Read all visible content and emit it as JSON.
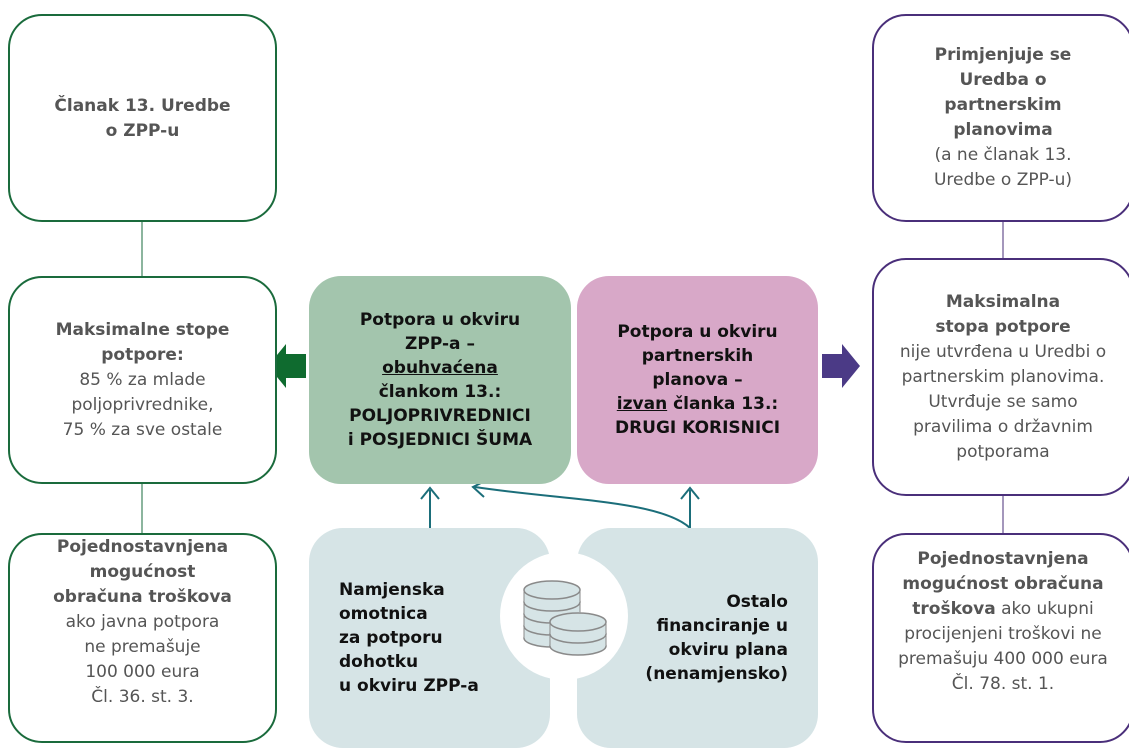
{
  "left": {
    "top_box": {
      "l1": "Članak 13. Uredbe",
      "l2": "o ZPP-u"
    },
    "mid_box": {
      "title1": "Maksimalne stope",
      "title2": "potpore:",
      "l1": "85 % za mlade",
      "l2": "poljoprivrednike,",
      "l3": "75 % za sve ostale"
    },
    "bot_box": {
      "title1": "Pojednostavnjena",
      "title2": "mogućnost",
      "title3": "obračuna troškova",
      "l1": "ako javna potpora",
      "l2": "ne premašuje",
      "l3": "100 000 eura",
      "l4": "Čl. 36. st. 3."
    }
  },
  "center": {
    "green_box": {
      "l1": "Potpora u okviru",
      "l2": "ZPP-a –",
      "l3": "obuhvaćena",
      "l4": "člankom 13.:",
      "l5": "POLJOPRIVREDNICI",
      "l6": "i POSJEDNICI ŠUMA"
    },
    "pink_box": {
      "l1": "Potpora u okviru",
      "l2": "partnerskih",
      "l3": "planova –",
      "l4a": "izvan",
      "l4b": " članka 13.:",
      "l5": "DRUGI KORISNICI"
    },
    "bottom_left": {
      "l1": "Namjenska",
      "l2": "omotnica",
      "l3": "za potporu",
      "l4": "dohotku",
      "l5": "u okviru ZPP-a"
    },
    "bottom_right": {
      "l1": "Ostalo",
      "l2": "financiranje u",
      "l3": "okviru plana",
      "l4": "(nenamjensko)"
    }
  },
  "right": {
    "top_box": {
      "title1": "Primjenjuje se",
      "title2": "Uredba o",
      "title3": "partnerskim",
      "title4": "planovima",
      "l1": "(a ne članak 13.",
      "l2": "Uredbe o ZPP-u)"
    },
    "mid_box": {
      "title1": "Maksimalna",
      "title2": "stopa potpore",
      "l1": "nije utvrđena u Uredbi o",
      "l2": "partnerskim planovima.",
      "l3": "Utvrđuje se samo",
      "l4": "pravilima o državnim",
      "l5": "potporama"
    },
    "bot_box": {
      "title1": "Pojednostavnjena",
      "title2": "mogućnost obračuna",
      "title3": "troškova",
      "l1": " ako ukupni",
      "l2": "procijenjeni troškovi ne",
      "l3": "premašuju 400 000 eura",
      "l4": "Čl. 78. st. 1."
    }
  },
  "colors": {
    "green_outline": "#1a6b3c",
    "purple_outline": "#4a2f7a",
    "green_fill": "#a3c5ad",
    "pink_fill": "#d8a8c8",
    "teal_fill": "#d6e4e6",
    "teal_arrow": "#1b6e7a",
    "green_arrow": "#0f6b2f",
    "purple_arrow": "#4b3a86"
  },
  "icons": {
    "coins": "coins-icon",
    "left_arrow": "arrow-left-icon",
    "right_arrow": "arrow-right-icon"
  }
}
